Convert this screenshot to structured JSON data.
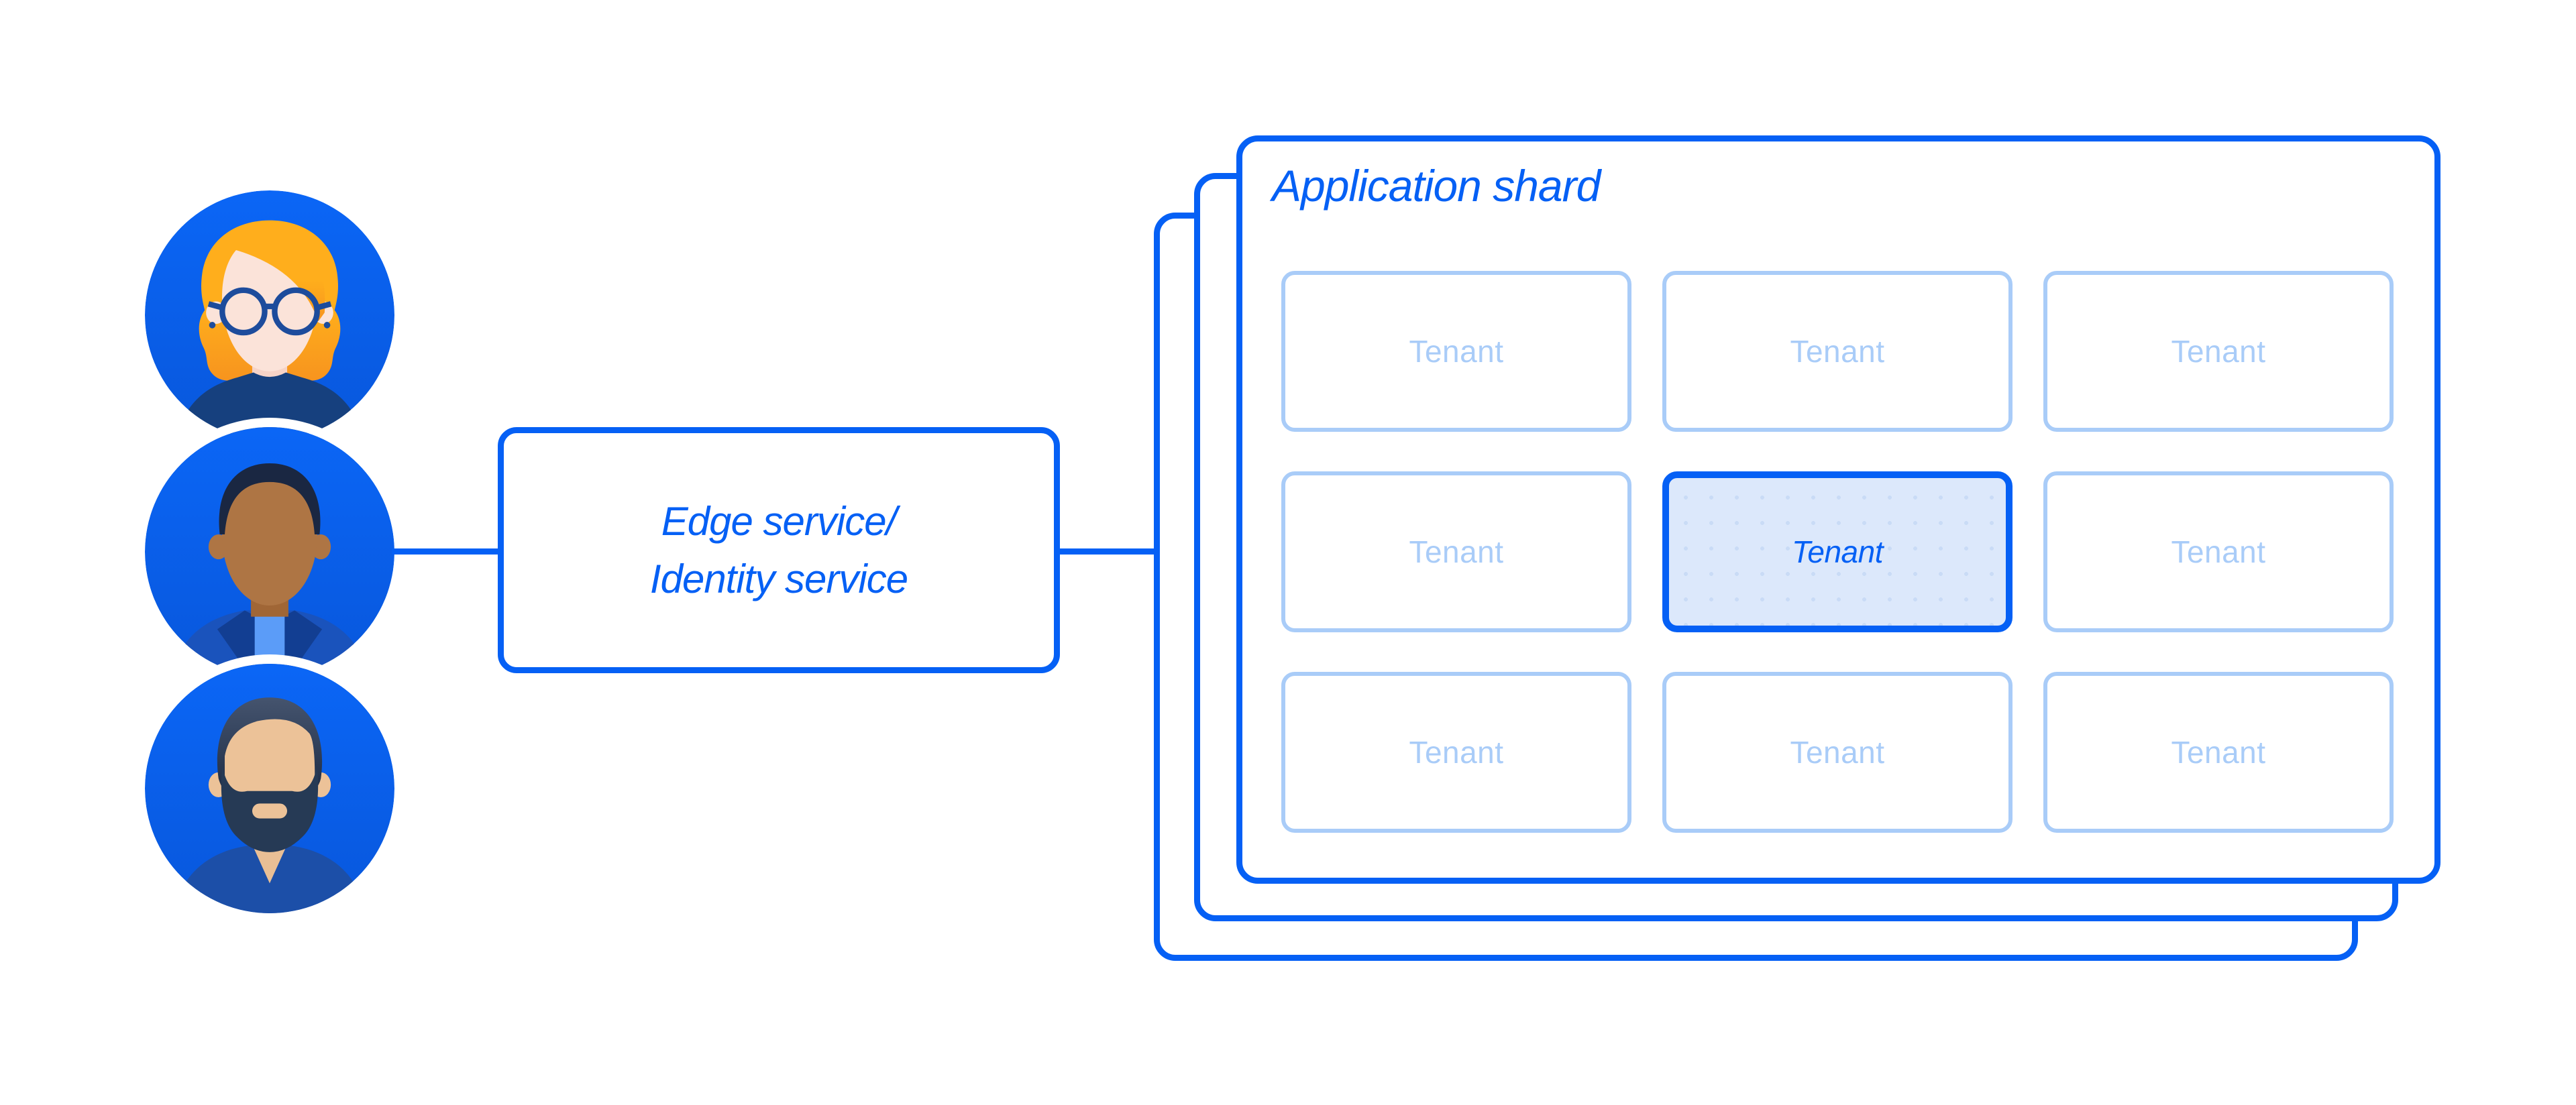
{
  "users_panel": {
    "avatars": [
      {
        "icon": "avatar-woman-glasses-icon"
      },
      {
        "icon": "avatar-man-short-hair-icon"
      },
      {
        "icon": "avatar-man-beard-icon"
      }
    ]
  },
  "edge_service_box": {
    "label_line1": "Edge service/",
    "label_line2": "Identity service"
  },
  "application_shard": {
    "title": "Application shard",
    "stack_count": 3,
    "tenants": [
      {
        "label": "Tenant",
        "highlighted": false
      },
      {
        "label": "Tenant",
        "highlighted": false
      },
      {
        "label": "Tenant",
        "highlighted": false
      },
      {
        "label": "Tenant",
        "highlighted": false
      },
      {
        "label": "Tenant",
        "highlighted": true
      },
      {
        "label": "Tenant",
        "highlighted": false
      },
      {
        "label": "Tenant",
        "highlighted": false
      },
      {
        "label": "Tenant",
        "highlighted": false
      },
      {
        "label": "Tenant",
        "highlighted": false
      }
    ]
  },
  "colors": {
    "primary_blue": "#0560F5",
    "light_blue": "#A9CCF8",
    "highlight_fill": "#DCE8FB",
    "avatar_background_top": "#0B66F6",
    "avatar_background_bottom": "#0857DC",
    "canvas_background": "#FFFFFF"
  }
}
